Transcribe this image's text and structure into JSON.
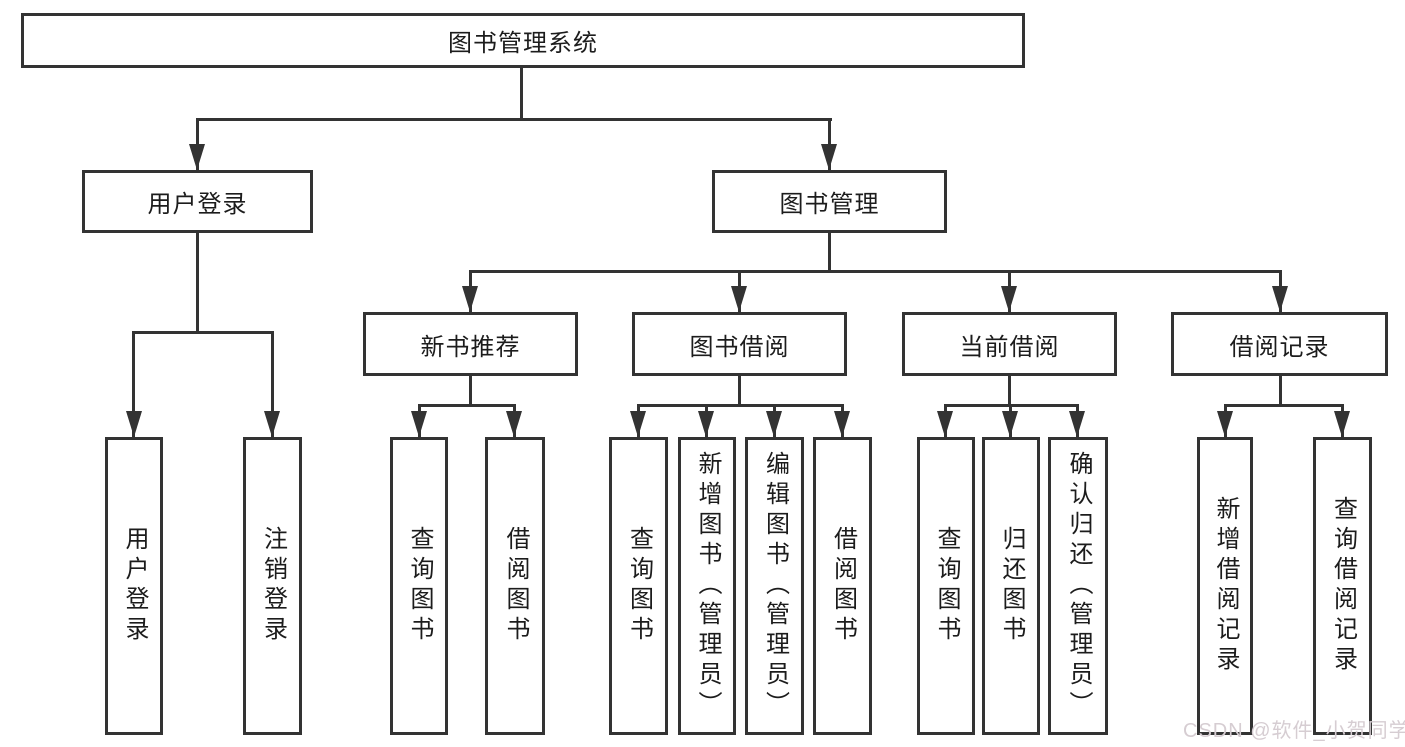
{
  "diagram": {
    "type": "hierarchy-tree",
    "title_node": "图书管理系统",
    "nodes": {
      "root": "图书管理系统",
      "user_login_branch": "用户登录",
      "book_mgmt_branch": "图书管理",
      "user_login_leaf": "用户登录",
      "logout_leaf": "注销登录",
      "new_book_rec": "新书推荐",
      "book_borrow": "图书借阅",
      "current_borrow": "当前借阅",
      "borrow_records": "借阅记录",
      "nbr_query_books": "查询图书",
      "nbr_borrow_books": "借阅图书",
      "bb_query_books": "查询图书",
      "bb_add_books": "新增图书（管理员）",
      "bb_edit_books": "编辑图书（管理员）",
      "bb_borrow_books": "借阅图书",
      "cb_query_books": "查询图书",
      "cb_return_books": "归还图书",
      "cb_confirm_return": "确认归还（管理员）",
      "br_add_record": "新增借阅记录",
      "br_query_record": "查询借阅记录"
    }
  },
  "watermark": {
    "text": "CSDN @软件_小贺同学",
    "color": "#d6cdd2"
  },
  "colors": {
    "line": "#333333",
    "text": "#1c1c1c",
    "background": "#ffffff"
  }
}
